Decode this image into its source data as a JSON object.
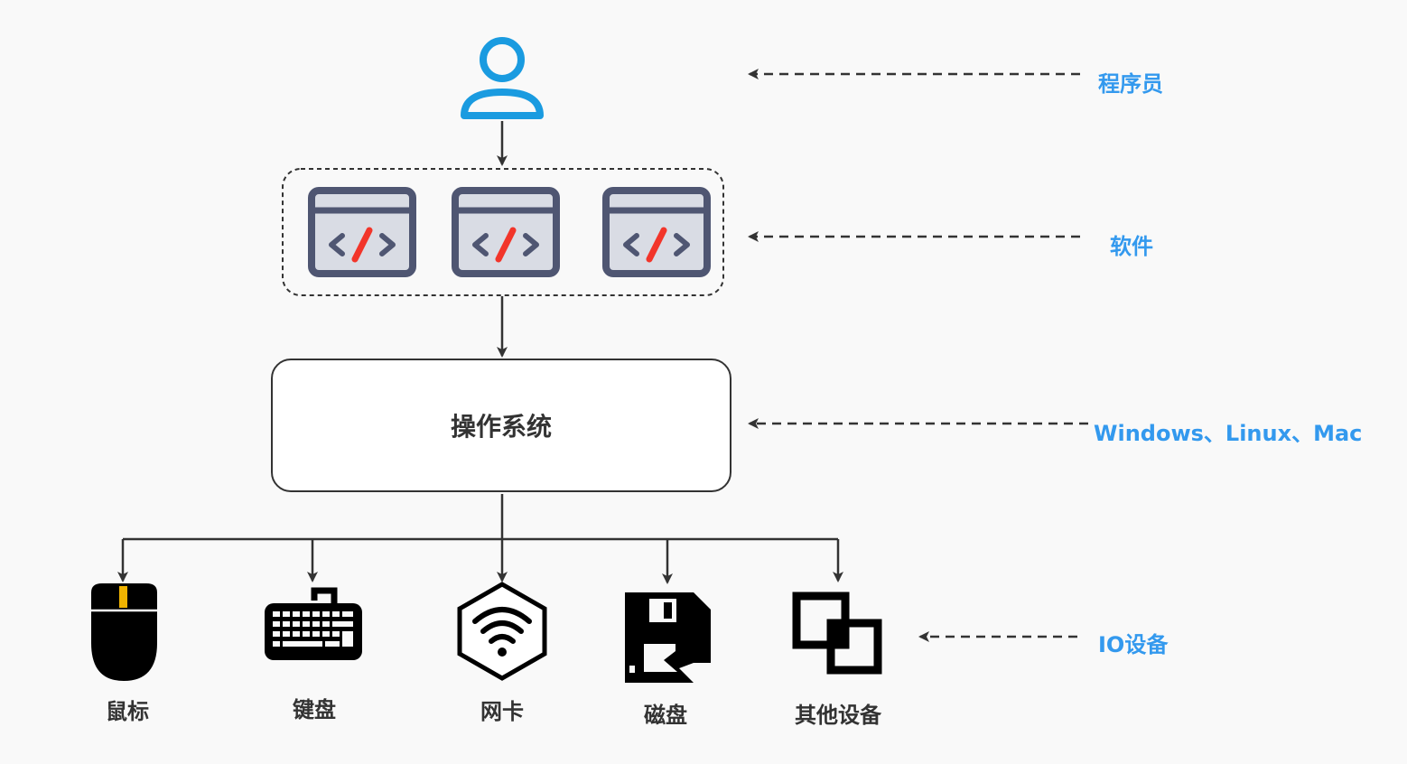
{
  "colors": {
    "accent": "#3399ee",
    "user_icon": "#1a9be0",
    "line": "#333333",
    "app_frame": "#4f5672",
    "app_screen": "#d9dce4",
    "app_slash": "#f2352a",
    "mouse_button": "#f0b300",
    "device_icon": "#000000"
  },
  "layers": {
    "programmer": "程序员",
    "software": "软件",
    "os_names": "Windows、Linux、Mac",
    "io": "IO设备"
  },
  "os": {
    "title": "操作系统"
  },
  "apps": [
    {
      "icon": "code-window-icon"
    },
    {
      "icon": "code-window-icon"
    },
    {
      "icon": "code-window-icon"
    }
  ],
  "devices": [
    {
      "label": "鼠标",
      "icon": "mouse-icon"
    },
    {
      "label": "键盘",
      "icon": "keyboard-icon"
    },
    {
      "label": "网卡",
      "icon": "wifi-hex-icon"
    },
    {
      "label": "磁盘",
      "icon": "floppy-disk-icon"
    },
    {
      "label": "其他设备",
      "icon": "overlap-squares-icon"
    }
  ]
}
